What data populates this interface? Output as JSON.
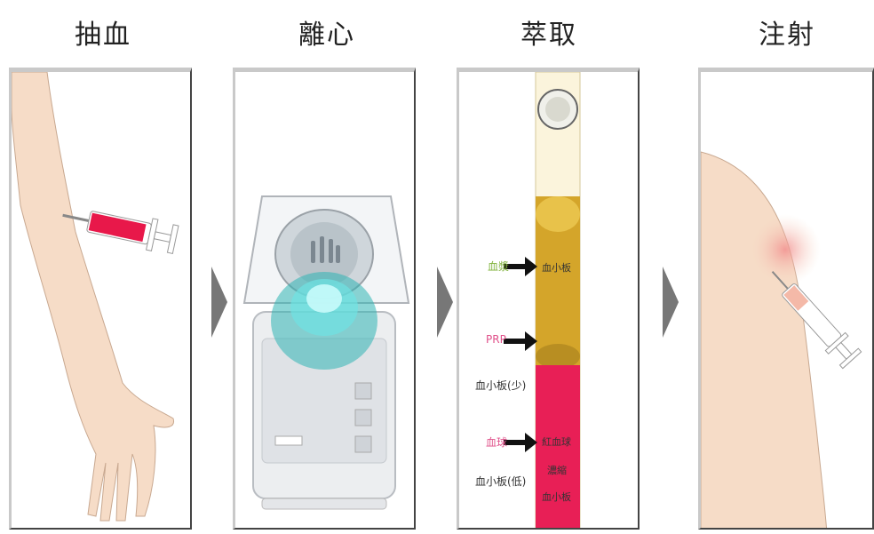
{
  "steps": [
    {
      "title": "抽血"
    },
    {
      "title": "離心"
    },
    {
      "title": "萃取"
    },
    {
      "title": "注射"
    }
  ],
  "extraction": {
    "plasma_label": "血漿",
    "plasma_color": "#7fb23a",
    "prp_label": "PRP",
    "prp_color": "#e0508a",
    "prp_sub_label": "血小板(少)",
    "serum_label": "血球",
    "serum_color": "#e0508a",
    "serum_sub_label": "血小板(低)",
    "tube_top_label": "血小板",
    "tube_bottom_label_1": "紅血球",
    "tube_bottom_label_2": "濃縮",
    "tube_bottom_label_3": "血小板"
  },
  "colors": {
    "skin": "#f6dcc7",
    "blood": "#e8184a",
    "plasma": "#d4a52a",
    "red_cells": "#e81f56",
    "arrow": "#777777"
  }
}
